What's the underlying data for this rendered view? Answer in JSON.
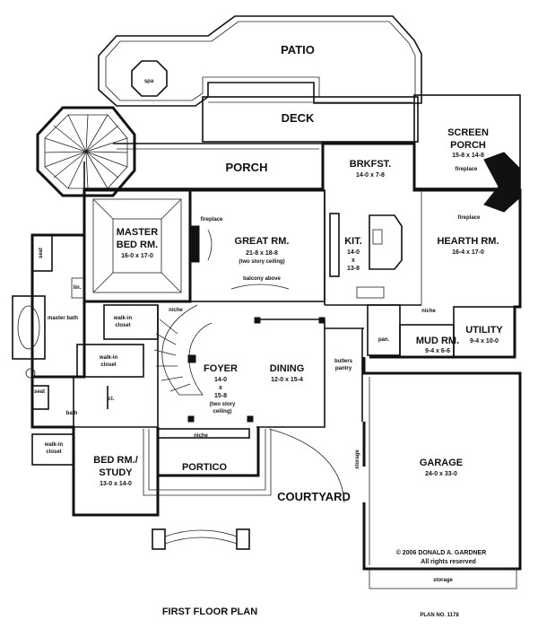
{
  "plan_title": "FIRST FLOOR PLAN",
  "plan_number": "PLAN NO. 1178",
  "copyright": "© 2006 DONALD A. GARDNER",
  "rights": "All rights reserved",
  "rooms": {
    "patio": {
      "name": "PATIO"
    },
    "spa": {
      "name": "spa"
    },
    "deck": {
      "name": "DECK"
    },
    "porch": {
      "name": "PORCH"
    },
    "screen_porch": {
      "name1": "SCREEN",
      "name2": "PORCH",
      "dims": "15-8 x 14-8"
    },
    "brkfst": {
      "name": "BRKFST.",
      "dims": "14-0 x 7-8"
    },
    "master_bed": {
      "name1": "MASTER",
      "name2": "BED RM.",
      "dims": "16-0 x 17-0"
    },
    "great_rm": {
      "name": "GREAT RM.",
      "dims": "21-8 x 18-8",
      "note": "(two story ceiling)"
    },
    "kit": {
      "name": "KIT.",
      "dim1": "14-0",
      "dim2": "x",
      "dim3": "13-8"
    },
    "hearth_rm": {
      "name": "HEARTH RM.",
      "dims": "16-4 x 17-0"
    },
    "foyer": {
      "name": "FOYER",
      "dim1": "14-0",
      "dim2": "x",
      "dim3": "15-8",
      "note1": "(two story",
      "note2": "ceiling)"
    },
    "dining": {
      "name": "DINING",
      "dims": "12-0 x 15-4"
    },
    "utility": {
      "name": "UTILITY",
      "dims": "9-4 x 10-0"
    },
    "mud_rm": {
      "name": "MUD RM.",
      "dims": "9-4 x 6-6"
    },
    "bed_study": {
      "name1": "BED RM./",
      "name2": "STUDY",
      "dims": "13-0 x 14-0"
    },
    "portico": {
      "name": "PORTICO"
    },
    "courtyard": {
      "name": "COURTYARD"
    },
    "garage": {
      "name": "GARAGE",
      "dims": "24-0 x 33-0"
    }
  },
  "small_labels": {
    "fireplace_great": "fireplace",
    "fireplace_porch": "fireplace",
    "fireplace_hearth": "fireplace",
    "balcony_above": "balcony above",
    "niche_master": "niche",
    "niche_hall": "niche",
    "niche_portico": "niche",
    "seat_master": "seat",
    "lin": "lin.",
    "master_bath": "master bath",
    "walk_in_closet_upper1": "walk-in",
    "walk_in_closet_upper2": "closet",
    "walk_in_closet_lower1": "walk-in",
    "walk_in_closet_lower2": "closet",
    "seat_bath": "seat",
    "bath": "bath",
    "cl": "cl.",
    "walk_in_closet_bed1": "walk-in",
    "walk_in_closet_bed2": "closet",
    "butlers1": "butlers",
    "butlers2": "pantry",
    "pan": "pan.",
    "storage_garage": "storage",
    "storage_bottom": "storage"
  }
}
